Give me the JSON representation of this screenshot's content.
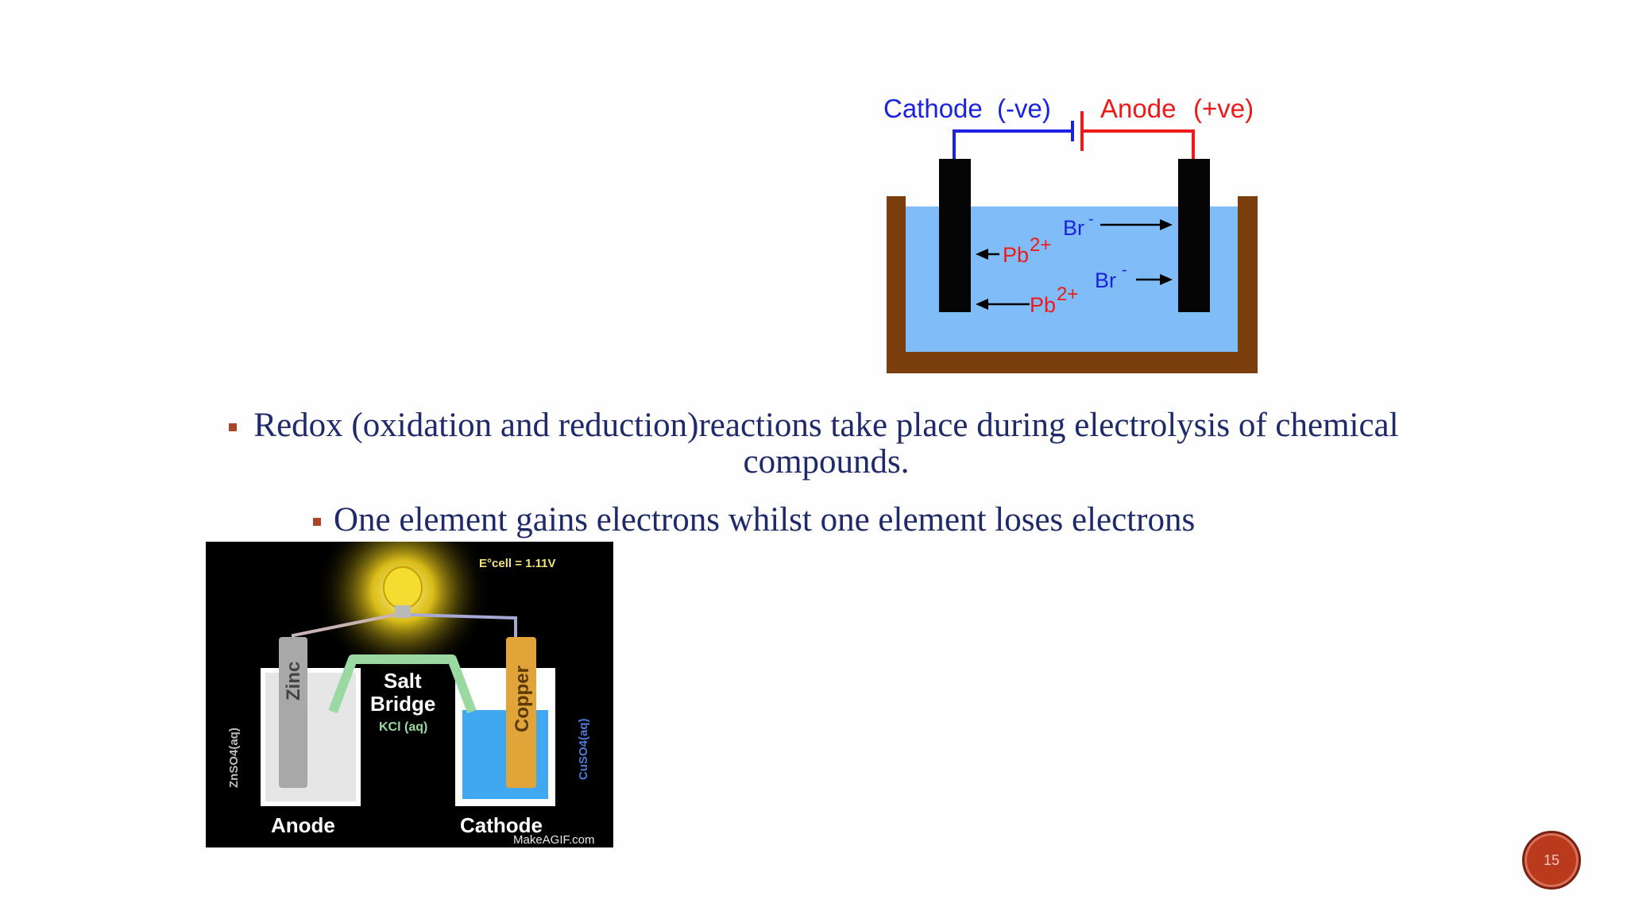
{
  "electrolysis_diagram": {
    "cathode_label": "Cathode",
    "cathode_sign": "(-ve)",
    "anode_label": "Anode",
    "anode_sign": "(+ve)",
    "ion_br": "Br",
    "ion_br_charge": "-",
    "ion_pb": "Pb",
    "ion_pb_charge": "2+",
    "colors": {
      "cathode": "#1a24e0",
      "anode": "#ee1a1a",
      "electrolyte": "#80bdf8",
      "container": "#7a3f0c",
      "electrode": "#050505"
    }
  },
  "bullets": [
    {
      "text": "Redox (oxidation and reduction)reactions take place during electrolysis of chemical compounds."
    },
    {
      "text": "One element gains electrons whilst one element loses electrons"
    }
  ],
  "galvanic_cell": {
    "ecell_label": "E°cell = 1.11V",
    "zinc_label": "Zinc",
    "copper_label": "Copper",
    "salt_bridge_label_1": "Salt",
    "salt_bridge_label_2": "Bridge",
    "salt_bridge_solution": "KCl (aq)",
    "left_solution": "ZnSO4(aq)",
    "right_solution": "CuSO4(aq)",
    "anode_label": "Anode",
    "cathode_label": "Cathode",
    "watermark": "MakeAGIF.com"
  },
  "slide_number": "15"
}
